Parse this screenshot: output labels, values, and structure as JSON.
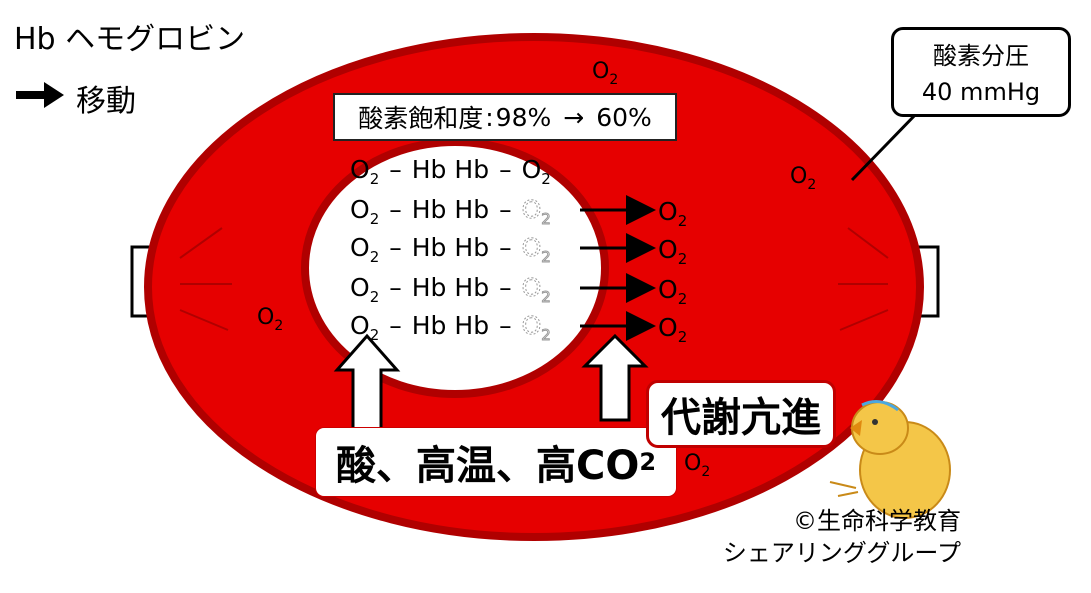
{
  "legend": {
    "hb_label": "Hb ヘモグロビン",
    "move_label": "移動"
  },
  "saturation": {
    "label": "酸素飽和度",
    "separator": ":",
    "from": "98%",
    "arrow": "→",
    "to": "60%"
  },
  "partial_pressure": {
    "label": "酸素分圧",
    "value": "40 mmHg"
  },
  "chemistry": {
    "o": "O",
    "sub": "2",
    "dash": "–",
    "hb": "Hb"
  },
  "conditions": {
    "text": "酸、高温、高CO",
    "sub": "2"
  },
  "metabolism": {
    "label": "代謝亢進"
  },
  "credit": {
    "line1": "©生命科学教育",
    "line2": "シェアリンググループ"
  },
  "colors": {
    "cell_fill": "#e60000",
    "cell_border": "#b00000",
    "hole_fill": "#ffffff"
  }
}
